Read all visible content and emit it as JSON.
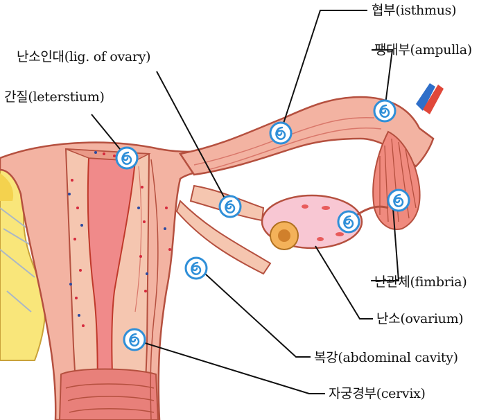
{
  "labels": {
    "isthmus": "협부(isthmus)",
    "ampulla": "팽대부(ampulla)",
    "ligament": "난소인대(lig. of ovary)",
    "interstitium": "간질(leterstium)",
    "fimbria": "난관체(fimbria)",
    "ovarium": "난소(ovarium)",
    "abdominal": "복강(abdominal cavity)",
    "cervix": "자궁경부(cervix)"
  },
  "colors": {
    "tissue": "#f3b3a2",
    "tissue_dark": "#e2826e",
    "wall": "#f5c6b0",
    "cavity": "#f08a8a",
    "ovary": "#f8c7d3",
    "follicle": "#f4b25a",
    "fat": "#f9e67a",
    "marker": "#2f8fd8",
    "leader": "#111111"
  },
  "icons": [
    "spiral-marker-icon"
  ]
}
